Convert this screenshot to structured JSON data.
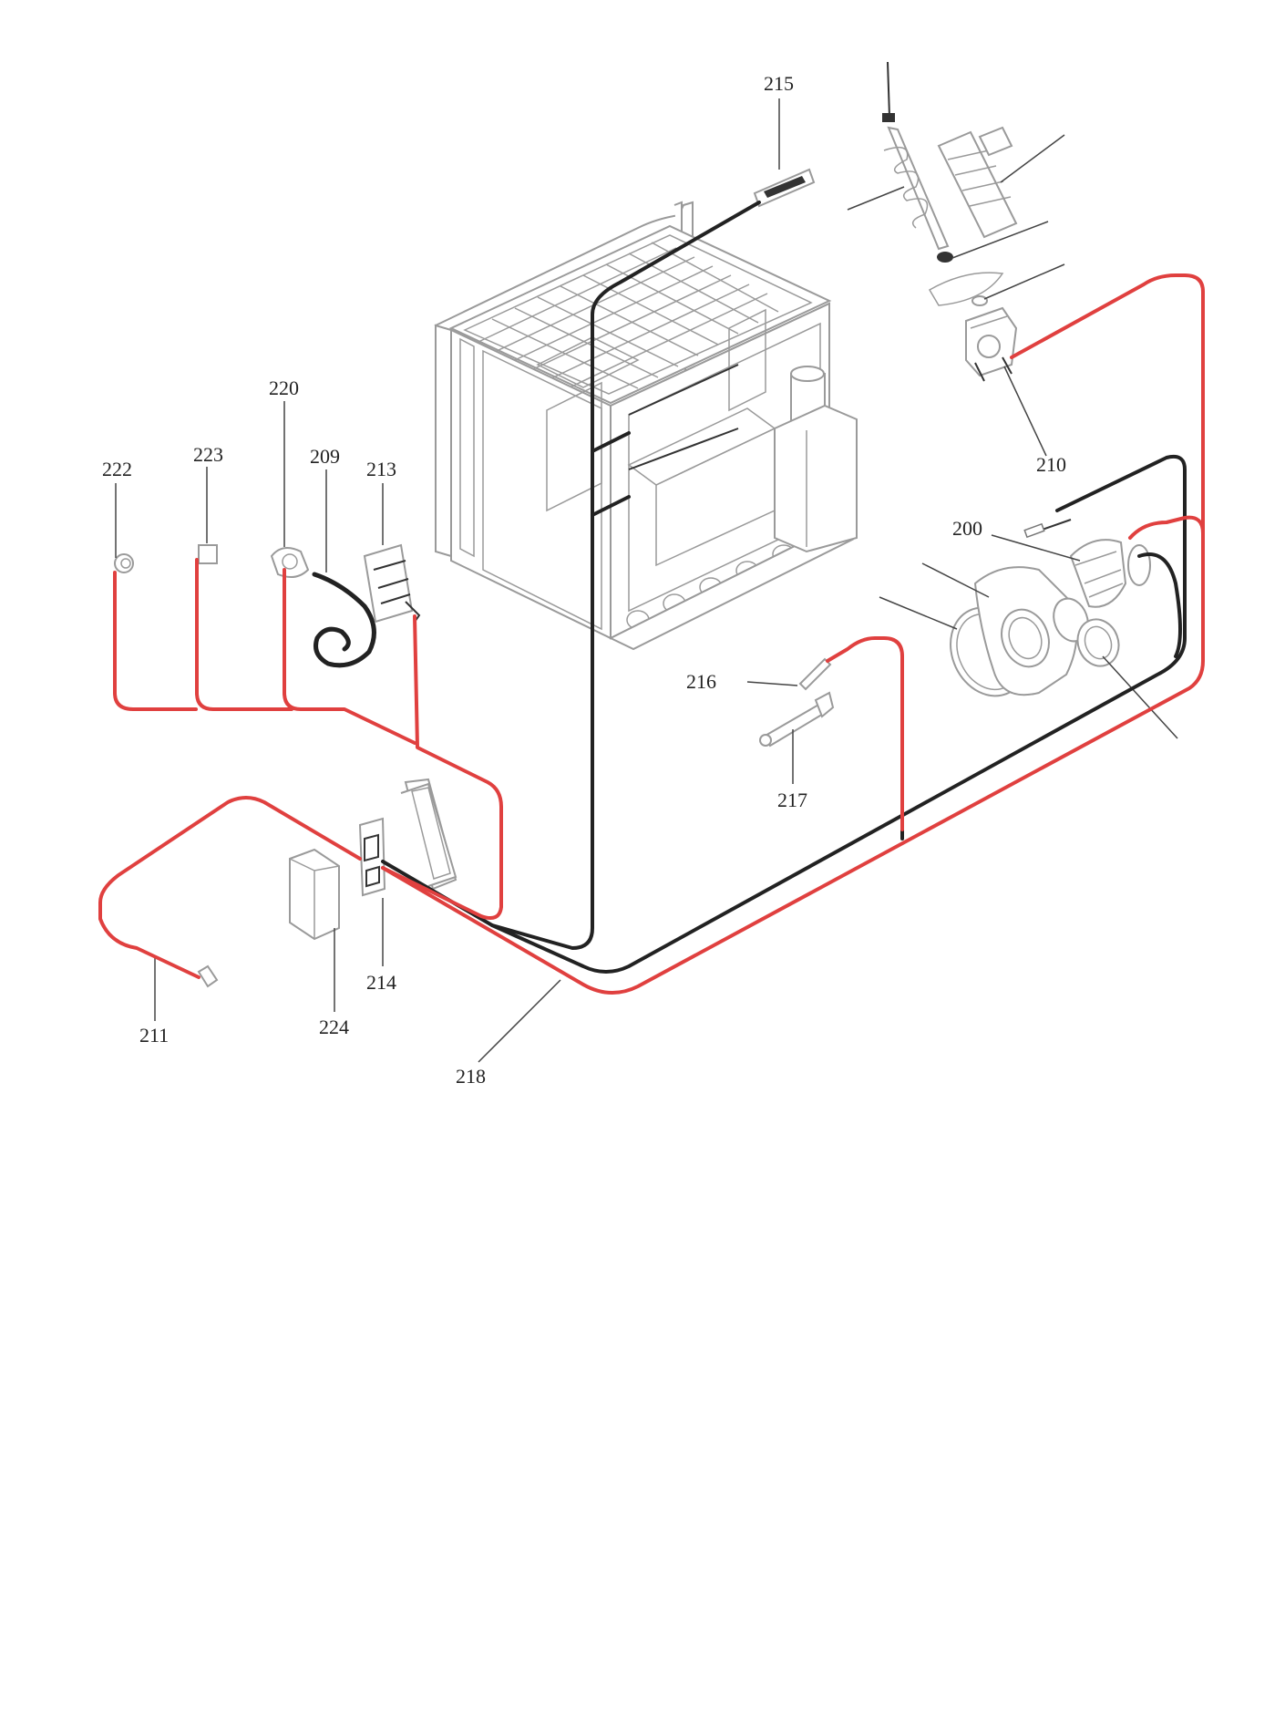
{
  "colors": {
    "red_wire": "#e0403f",
    "black_wire": "#222222",
    "outline": "#9a9a9a",
    "background": "#ffffff"
  },
  "labels": {
    "p200": "200",
    "p209": "209",
    "p210": "210",
    "p211": "211",
    "p213": "213",
    "p214": "214",
    "p215": "215",
    "p216": "216",
    "p217": "217",
    "p218": "218",
    "p220": "220",
    "p222": "222",
    "p223": "223",
    "p224": "224"
  }
}
